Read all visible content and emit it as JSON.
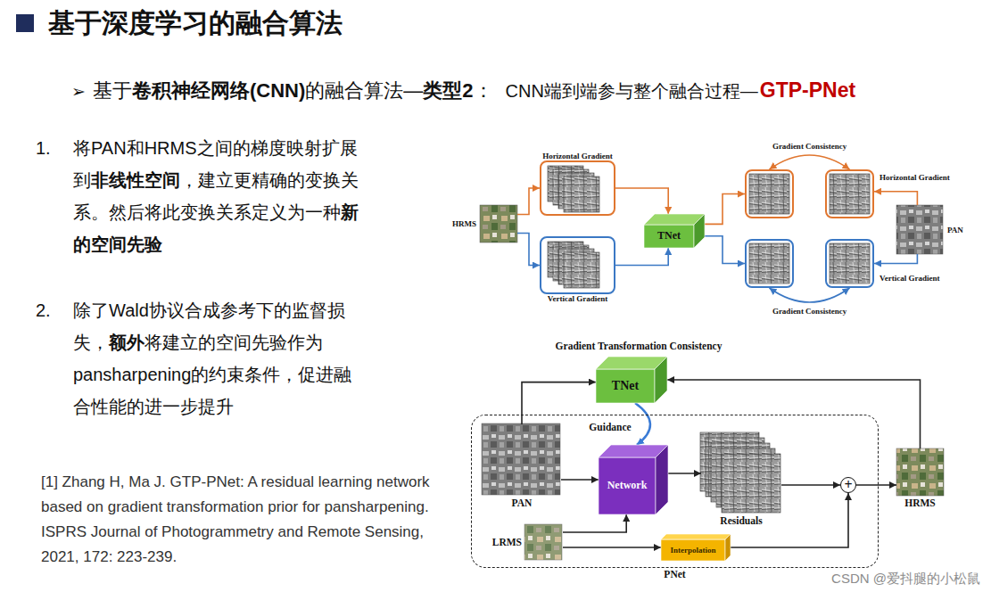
{
  "diagram": {
    "title": "基于深度学习的融合算法",
    "nodes": [
      {
        "text": [
          "HRMS"
        ]
      },
      {
        "text": [
          "Horizontal Gradient"
        ]
      },
      {
        "text": [
          "Vertical Gradient"
        ]
      },
      {
        "text": [
          "TNet"
        ]
      },
      {
        "text": []
      },
      {
        "text": [
          "Horizontal Gradient"
        ]
      },
      {
        "text": []
      },
      {
        "text": [
          "Vertical Gradient"
        ]
      },
      {
        "text": [
          "PAN"
        ]
      },
      {
        "text": [
          "TNet"
        ]
      },
      {
        "text": [
          "PNet"
        ]
      },
      {
        "text": [
          "PAN"
        ],
        "in": 10
      },
      {
        "text": [
          "Network"
        ],
        "in": 10
      },
      {
        "text": [
          "Residuals"
        ],
        "in": 10
      },
      {
        "text": [
          "+"
        ],
        "in": 10
      },
      {
        "text": [
          "LRMS"
        ],
        "in": 10
      },
      {
        "text": [
          "Interpolation"
        ],
        "in": 10
      },
      {
        "text": [
          "HRMS"
        ]
      }
    ],
    "edges": [
      {
        "from": 0,
        "to": 1,
        "arrow": "to"
      },
      {
        "from": 0,
        "to": 2,
        "arrow": "to"
      },
      {
        "from": 1,
        "to": 3,
        "arrow": "to"
      },
      {
        "from": 2,
        "to": 3,
        "arrow": "to"
      },
      {
        "from": 3,
        "to": 4,
        "arrow": "to"
      },
      {
        "from": 3,
        "to": 6,
        "arrow": "to"
      },
      {
        "from": 4,
        "to": 5,
        "label": "Gradient Consistency",
        "arrow": "both"
      },
      {
        "from": 6,
        "to": 7,
        "label": "Gradient Consistency",
        "arrow": "both"
      },
      {
        "from": 8,
        "to": 5,
        "arrow": "to"
      },
      {
        "from": 8,
        "to": 7,
        "arrow": "to"
      },
      {
        "from": 11,
        "to": 9,
        "arrow": "to"
      },
      {
        "from": 17,
        "to": 9,
        "arrow": "to"
      },
      {
        "from": 9,
        "to": 12,
        "label": "Guidance",
        "arrow": "to"
      },
      {
        "from": 11,
        "to": 12,
        "arrow": "to"
      },
      {
        "from": 15,
        "to": 12,
        "arrow": "to"
      },
      {
        "from": 15,
        "to": 16,
        "arrow": "to"
      },
      {
        "from": 12,
        "to": 13,
        "arrow": "to"
      },
      {
        "from": 13,
        "to": 14,
        "arrow": "to"
      },
      {
        "from": 16,
        "to": 14,
        "arrow": "to"
      },
      {
        "from": 14,
        "to": 17,
        "arrow": "to"
      }
    ],
    "labels": [
      "➢",
      "基于",
      "卷积神经网络(CNN)",
      "的融合算法—",
      "类型2",
      "：",
      "CNN端到端参与整个融合过程—",
      "GTP-PNet",
      "1.",
      "将PAN和HRMS之间的梯度映射扩展到",
      "非线性空间",
      "，建立更精确的变换关系。然后将此变换关系定义为一种",
      "新的空间先验",
      "2.",
      "除了Wald协议合成参考下的监督损失，",
      "额外",
      "将建立的空间先验作为pansharpening的约束条件，促进融合性能的进一步提升",
      "[1] Zhang H, Ma J. GTP-PNet: A residual learning network based on gradient transformation prior for pansharpening. ISPRS Journal of Photogrammetry and Remote Sensing, 2021, 172: 223-239.",
      "Gradient Transformation Consistency",
      "CSDN @爱抖腿的小松鼠"
    ]
  }
}
